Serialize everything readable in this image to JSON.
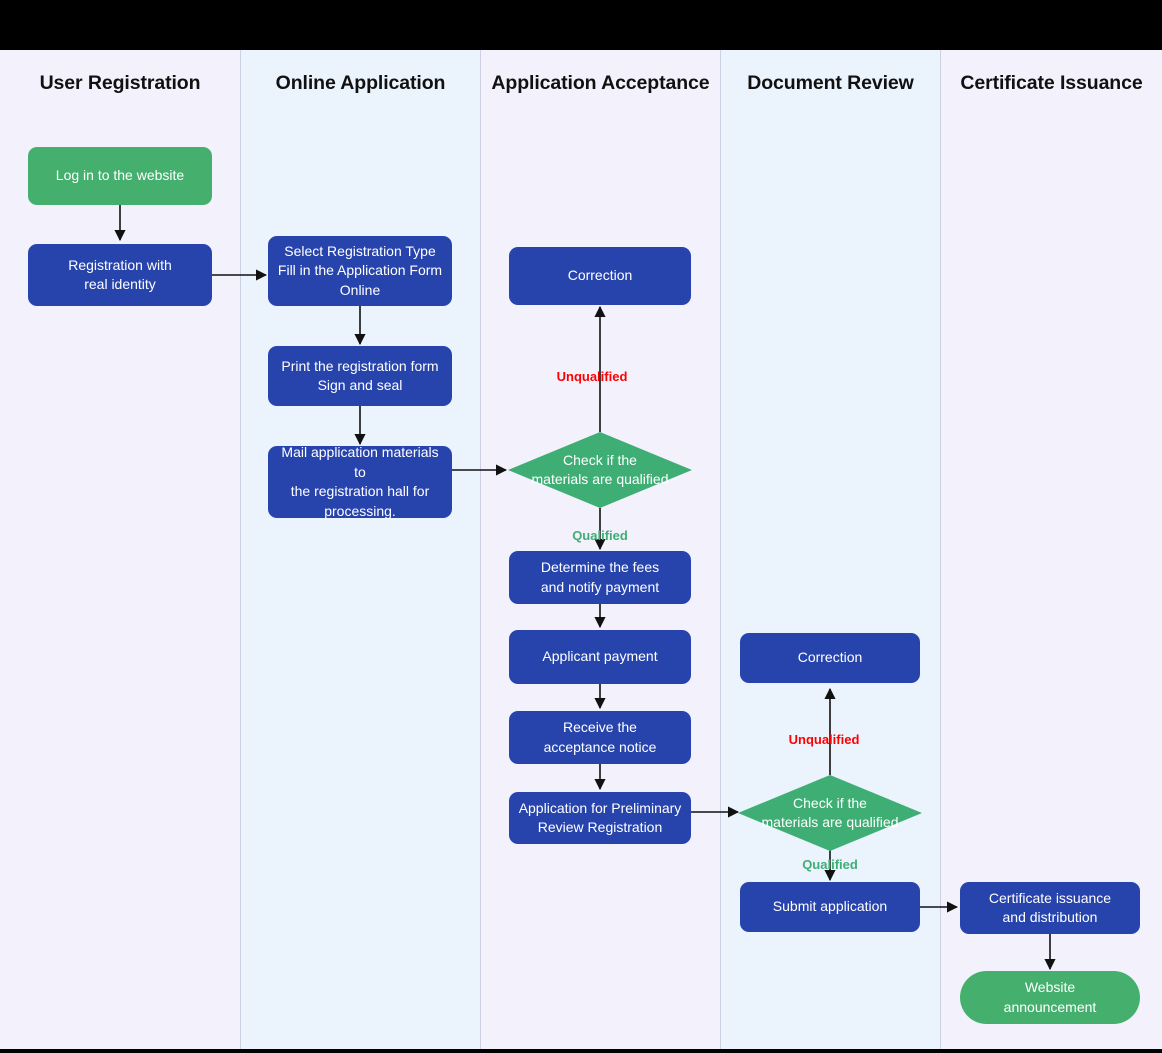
{
  "diagram": {
    "title": "Registration Process Swimlane Flowchart",
    "colors": {
      "process": "#2744ad",
      "start": "#45b06e",
      "decision": "#3fae75",
      "lane_odd": "#f3f1fc",
      "lane_even": "#ebf3fc",
      "lane_divider": "#ccd0e2",
      "unqualified": "#ff0000",
      "qualified": "#3fae75",
      "edge": "#000000",
      "node_text": "#ffffff",
      "lane_title": "#111111",
      "backdrop": "#000000"
    }
  },
  "lanes": [
    {
      "id": "user-registration",
      "title": "User Registration"
    },
    {
      "id": "online-application",
      "title": "Online Application"
    },
    {
      "id": "application-acceptance",
      "title": "Application Acceptance"
    },
    {
      "id": "document-review",
      "title": "Document Review"
    },
    {
      "id": "certificate-issuance",
      "title": "Certificate Issuance"
    }
  ],
  "nodes": [
    {
      "id": "login",
      "lane": "user-registration",
      "shape": "start",
      "label": "Log in to the website"
    },
    {
      "id": "real-identity",
      "lane": "user-registration",
      "shape": "process",
      "label": "Registration with\nreal identity"
    },
    {
      "id": "select-type",
      "lane": "online-application",
      "shape": "process",
      "label": "Select Registration Type\nFill in the Application Form\nOnline"
    },
    {
      "id": "print-form",
      "lane": "online-application",
      "shape": "process",
      "label": "Print the registration form\nSign and seal"
    },
    {
      "id": "mail-materials",
      "lane": "online-application",
      "shape": "process",
      "label": "Mail application materials to\nthe registration hall for\nprocessing."
    },
    {
      "id": "correction-1",
      "lane": "application-acceptance",
      "shape": "process",
      "label": "Correction"
    },
    {
      "id": "check-1",
      "lane": "application-acceptance",
      "shape": "decision",
      "label": "Check if the\nmaterials are qualified"
    },
    {
      "id": "determine-fees",
      "lane": "application-acceptance",
      "shape": "process",
      "label": "Determine the fees\nand notify payment"
    },
    {
      "id": "applicant-payment",
      "lane": "application-acceptance",
      "shape": "process",
      "label": "Applicant payment"
    },
    {
      "id": "acceptance-notice",
      "lane": "application-acceptance",
      "shape": "process",
      "label": "Receive the\nacceptance notice"
    },
    {
      "id": "preliminary-review",
      "lane": "application-acceptance",
      "shape": "process",
      "label": "Application for Preliminary\nReview Registration"
    },
    {
      "id": "correction-2",
      "lane": "document-review",
      "shape": "process",
      "label": "Correction"
    },
    {
      "id": "check-2",
      "lane": "document-review",
      "shape": "decision",
      "label": "Check if the\nmaterials are qualified"
    },
    {
      "id": "submit-application",
      "lane": "document-review",
      "shape": "process",
      "label": "Submit application"
    },
    {
      "id": "certificate",
      "lane": "certificate-issuance",
      "shape": "process",
      "label": "Certificate issuance\nand distribution"
    },
    {
      "id": "announcement",
      "lane": "certificate-issuance",
      "shape": "stadium",
      "label": "Website\nannouncement"
    }
  ],
  "edge_labels": [
    {
      "id": "unqualified-1",
      "text": "Unqualified",
      "kind": "unqualified"
    },
    {
      "id": "qualified-1",
      "text": "Qualified",
      "kind": "qualified"
    },
    {
      "id": "unqualified-2",
      "text": "Unqualified",
      "kind": "unqualified"
    },
    {
      "id": "qualified-2",
      "text": "Qualified",
      "kind": "qualified"
    }
  ]
}
